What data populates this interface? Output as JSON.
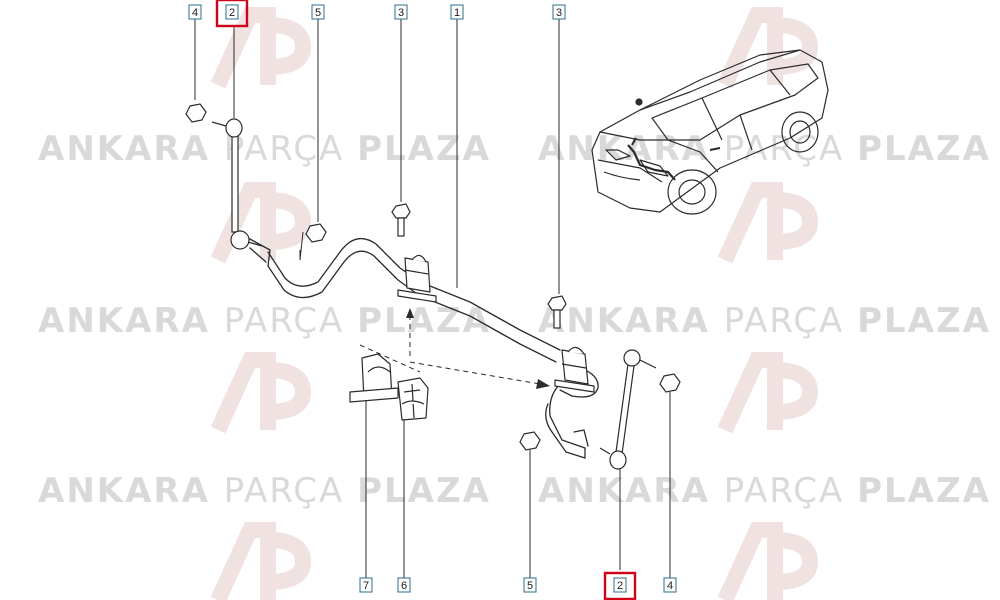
{
  "watermark": {
    "word1": "ANKARA",
    "word2": "PARÇA",
    "word3": "PLAZA",
    "logo_text": "AP",
    "color": "#d9d9d9",
    "logo_color": "#e9d6d6"
  },
  "callouts": [
    {
      "id": "c4a",
      "label": "4",
      "highlighted": false
    },
    {
      "id": "c2a",
      "label": "2",
      "highlighted": true
    },
    {
      "id": "c5a",
      "label": "5",
      "highlighted": false
    },
    {
      "id": "c3a",
      "label": "3",
      "highlighted": false
    },
    {
      "id": "c1",
      "label": "1",
      "highlighted": false
    },
    {
      "id": "c3b",
      "label": "3",
      "highlighted": false
    },
    {
      "id": "c7",
      "label": "7",
      "highlighted": false
    },
    {
      "id": "c6",
      "label": "6",
      "highlighted": false
    },
    {
      "id": "c5b",
      "label": "5",
      "highlighted": false
    },
    {
      "id": "c2b",
      "label": "2",
      "highlighted": true
    },
    {
      "id": "c4b",
      "label": "4",
      "highlighted": false
    }
  ],
  "colors": {
    "line": "#2b2b2b",
    "highlight": "#d0021b",
    "callout_border": "#2b6c8f"
  }
}
